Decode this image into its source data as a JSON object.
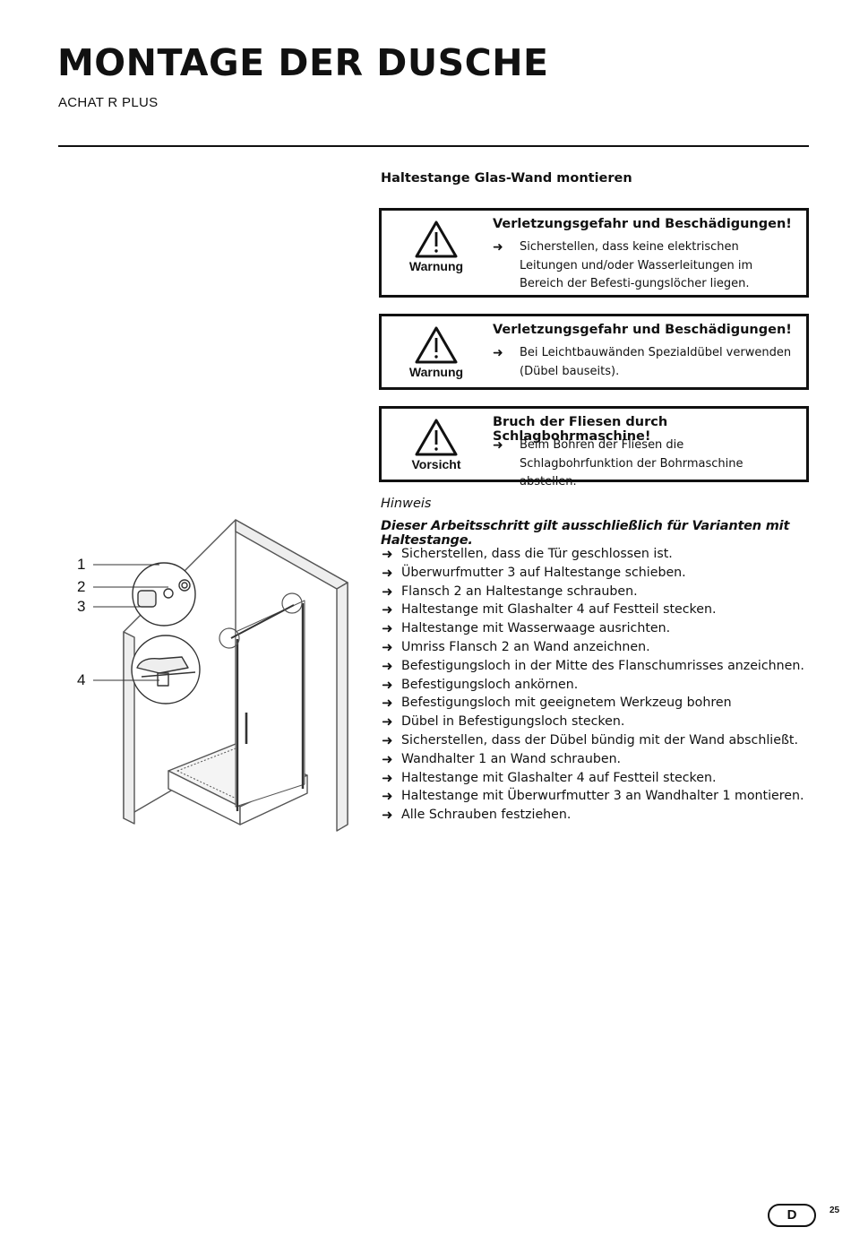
{
  "header": {
    "title": "MONTAGE DER DUSCHE",
    "subtitle": "ACHAT R PLUS"
  },
  "section": {
    "title": "Haltestange Glas-Wand montieren"
  },
  "warnings": [
    {
      "label": "Warnung",
      "heading": "Verletzungsgefahr und Beschädigungen!",
      "text": "Sicherstellen, dass keine elektrischen Leitungen und/oder Wasserleitungen im Bereich der Befesti-gungslöcher liegen."
    },
    {
      "label": "Warnung",
      "heading": "Verletzungsgefahr und Beschädigungen!",
      "text": "Bei Leichtbauwänden Spezialdübel verwenden (Dübel bauseits)."
    },
    {
      "label": "Vorsicht",
      "heading": "Bruch der Fliesen durch Schlagbohrmaschine!",
      "text": "Beim Bohren der Fliesen die Schlagbohrfunktion der Bohrmaschine abstellen."
    }
  ],
  "note": {
    "label": "Hinweis",
    "text": "Dieser Arbeitsschritt gilt ausschließlich für Varianten mit Haltestange."
  },
  "steps": [
    "Sicherstellen, dass die Tür geschlossen ist.",
    "Überwurfmutter 3 auf Haltestange schieben.",
    "Flansch 2 an Haltestange schrauben.",
    "Haltestange mit Glashalter 4 auf Festteil stecken.",
    "Haltestange mit Wasserwaage ausrichten.",
    "Umriss Flansch 2 an Wand anzeichnen.",
    "Befestigungsloch in der Mitte des Flanschumrisses anzeichnen.",
    "Befestigungsloch ankörnen.",
    "Befestigungsloch mit geeignetem Werkzeug bohren",
    "Dübel in Befestigungsloch stecken.",
    "Sicherstellen, dass der Dübel bündig mit der Wand abschließt.",
    "Wandhalter 1 an Wand schrauben.",
    "Haltestange mit Glashalter 4 auf Festteil stecken.",
    "Haltestange mit Überwurfmutter 3 an Wandhalter 1 montieren.",
    "Alle Schrauben festziehen."
  ],
  "figure": {
    "callouts": [
      "1",
      "2",
      "3",
      "4"
    ]
  },
  "footer": {
    "language": "D",
    "page": "25"
  },
  "icons": {
    "warning": "warning-triangle-icon",
    "bullet": "arrow-right-icon"
  }
}
